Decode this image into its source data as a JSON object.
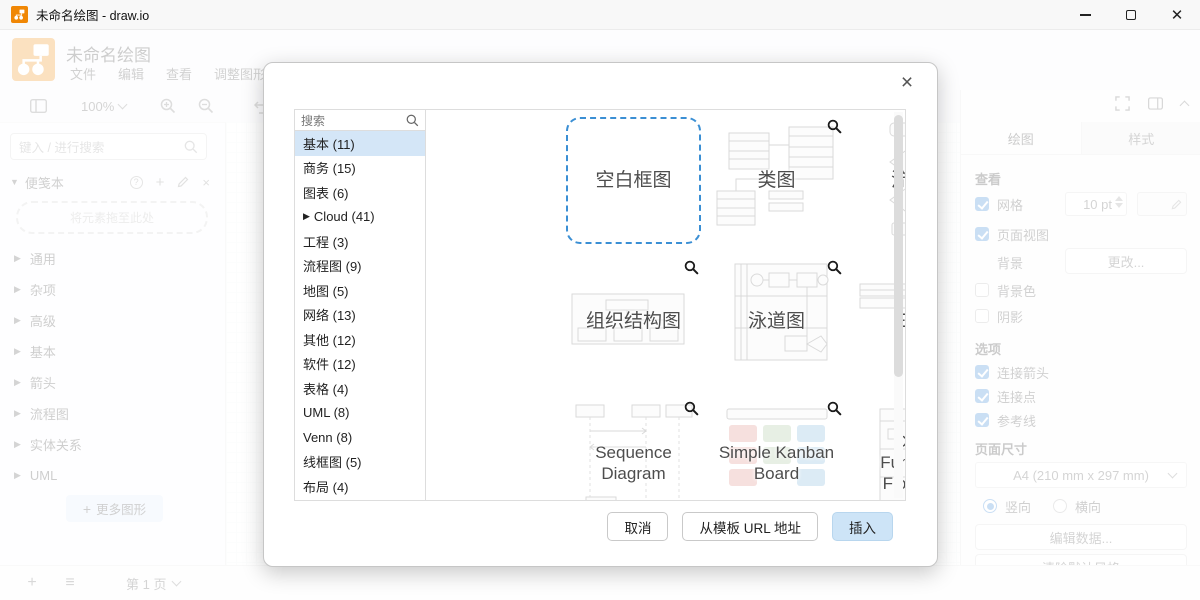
{
  "titlebar": {
    "title": "未命名绘图 - draw.io"
  },
  "header": {
    "title": "未命名绘图",
    "menus": [
      "文件",
      "编辑",
      "查看",
      "调整图形"
    ]
  },
  "toolbar": {
    "zoom_value": "100%"
  },
  "left_panel": {
    "search_placeholder": "键入 / 进行搜索",
    "scratchpad_label": "便笺本",
    "dropzone_text": "将元素拖至此处",
    "sections": [
      "通用",
      "杂项",
      "高级",
      "基本",
      "箭头",
      "流程图",
      "实体关系",
      "UML"
    ],
    "more_shapes_label": "更多图形"
  },
  "bottom_bar": {
    "page_label": "第 1 页"
  },
  "right_panel": {
    "tabs": {
      "diagram": "绘图",
      "style": "样式"
    },
    "view": {
      "title": "查看",
      "grid_label": "网格",
      "grid_size": "10 pt",
      "page_view_label": "页面视图",
      "background_label": "背景",
      "change_button": "更改...",
      "background_color_label": "背景色",
      "shadow_label": "阴影"
    },
    "options": {
      "title": "选项",
      "items": [
        {
          "label": "连接箭头",
          "checked": true
        },
        {
          "label": "连接点",
          "checked": true
        },
        {
          "label": "参考线",
          "checked": true
        }
      ]
    },
    "page_size": {
      "title": "页面尺寸",
      "value": "A4 (210 mm x 297 mm)",
      "portrait": "竖向",
      "landscape": "横向",
      "portrait_selected": true
    },
    "edit_data_button": "编辑数据...",
    "clear_default_style_button": "清除默认风格"
  },
  "dialog": {
    "search_placeholder": "搜索",
    "categories": [
      {
        "name": "基本",
        "count": 11,
        "selected": true
      },
      {
        "name": "商务",
        "count": 15
      },
      {
        "name": "图表",
        "count": 6
      },
      {
        "name": "Cloud",
        "count": 41,
        "expandable": true
      },
      {
        "name": "工程",
        "count": 3
      },
      {
        "name": "流程图",
        "count": 9
      },
      {
        "name": "地图",
        "count": 5
      },
      {
        "name": "网络",
        "count": 13
      },
      {
        "name": "其他",
        "count": 12
      },
      {
        "name": "软件",
        "count": 12
      },
      {
        "name": "表格",
        "count": 4
      },
      {
        "name": "UML",
        "count": 8
      },
      {
        "name": "Venn",
        "count": 8
      },
      {
        "name": "线框图",
        "count": 5
      },
      {
        "name": "布局",
        "count": 4
      }
    ],
    "templates": [
      {
        "label": "空白框图",
        "type": "blank",
        "selected": true
      },
      {
        "label": "类图",
        "type": "class"
      },
      {
        "label": "流程图",
        "type": "flowchart"
      },
      {
        "label": "组织结构图",
        "type": "orgchart"
      },
      {
        "label": "泳道图",
        "type": "swimlane"
      },
      {
        "label": "E-R图",
        "type": "er"
      },
      {
        "label": "Sequence Diagram",
        "type": "sequence",
        "english": true
      },
      {
        "label": "Simple Kanban Board",
        "type": "kanban",
        "english": true
      },
      {
        "label": "Cross-Functional Flowchart",
        "type": "crossfunc",
        "english": true
      }
    ],
    "buttons": {
      "cancel": "取消",
      "from_url": "从模板 URL 地址",
      "insert": "插入"
    }
  },
  "colors": {
    "brand_orange": "#F08705",
    "selection_blue": "#3b8fd4",
    "insert_button_bg": "#cde4f7",
    "category_selected_bg": "#d4e6f7",
    "kanban_card_red": "#f6e0de",
    "kanban_card_green": "#e7efe4",
    "kanban_card_blue": "#dcebf5"
  }
}
